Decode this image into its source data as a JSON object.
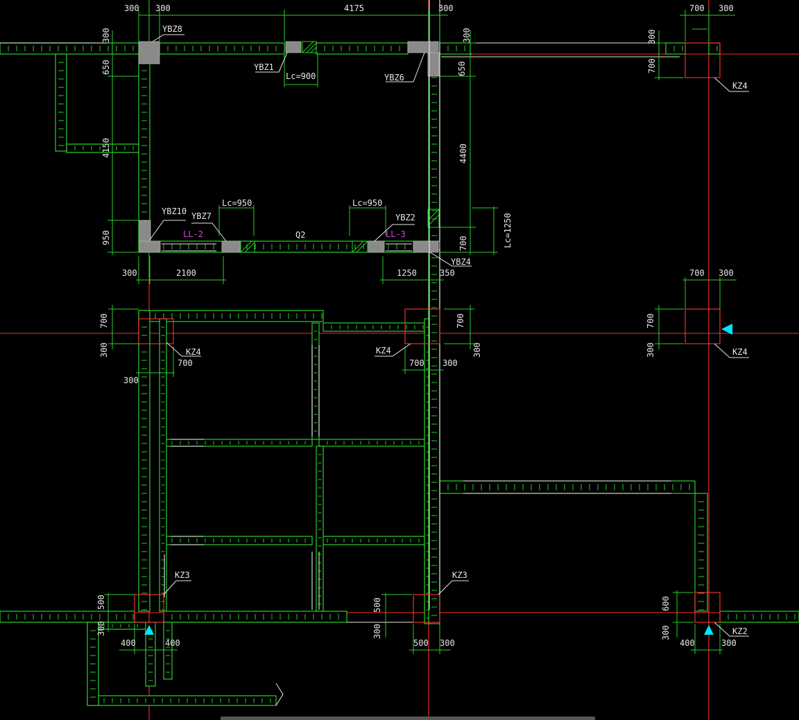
{
  "drawing": {
    "colors": {
      "background": "#000000",
      "wall": "#29d12a",
      "axis": "#ff2a2a",
      "text": "#e8e8e8",
      "beam_label": "#e040e0",
      "marker": "#00e5ff",
      "boundary_element": "#8a8a8a"
    },
    "labels": {
      "ybz8": "YBZ8",
      "ybz1": "YBZ1",
      "ybz6": "YBZ6",
      "ybz10": "YBZ10",
      "ybz7": "YBZ7",
      "ybz2": "YBZ2",
      "ybz4": "YBZ4",
      "ll2": "LL-2",
      "ll3": "LL-3",
      "q2": "Q2",
      "kz4_tr": "KZ4",
      "kz4_ml": "KZ4",
      "kz4_mc": "KZ4",
      "kz4_mr": "KZ4",
      "kz3_l": "KZ3",
      "kz3_c": "KZ3",
      "kz2": "KZ2",
      "lc900": "Lc=900",
      "lc950a": "Lc=950",
      "lc950b": "Lc=950",
      "lc1250": "Lc=1250"
    },
    "dims": {
      "top_300a": "300",
      "top_300b": "300",
      "top_4175": "4175",
      "top_300c": "300",
      "top_700": "700",
      "top_300d": "300",
      "l_300": "300",
      "l_650": "650",
      "l_4150": "4150",
      "l_950": "950",
      "r_300": "300",
      "r_650": "650",
      "r_4400": "4400",
      "r_700": "700",
      "tr_300": "300",
      "tr_700": "700",
      "b_300": "300",
      "b_2100": "2100",
      "b_1250": "1250",
      "b_350": "350",
      "m_700a": "700",
      "m_300a": "300",
      "m_700b": "700",
      "m_300b": "300",
      "m_700c": "700",
      "m_300c": "300",
      "m_700d": "700",
      "m_300d": "300",
      "m_700e": "700",
      "m_300e": "300",
      "m_700f": "700",
      "m_300f": "300",
      "bt_500": "500",
      "bt_300": "300",
      "bt_400a": "400",
      "bt_400b": "400",
      "bt_500b": "500",
      "bt_300b": "300",
      "bt_500c": "500",
      "bt_300c": "300",
      "bt_600": "600",
      "bt_300d": "300",
      "bt_400c": "400",
      "bt_300e": "300"
    }
  }
}
